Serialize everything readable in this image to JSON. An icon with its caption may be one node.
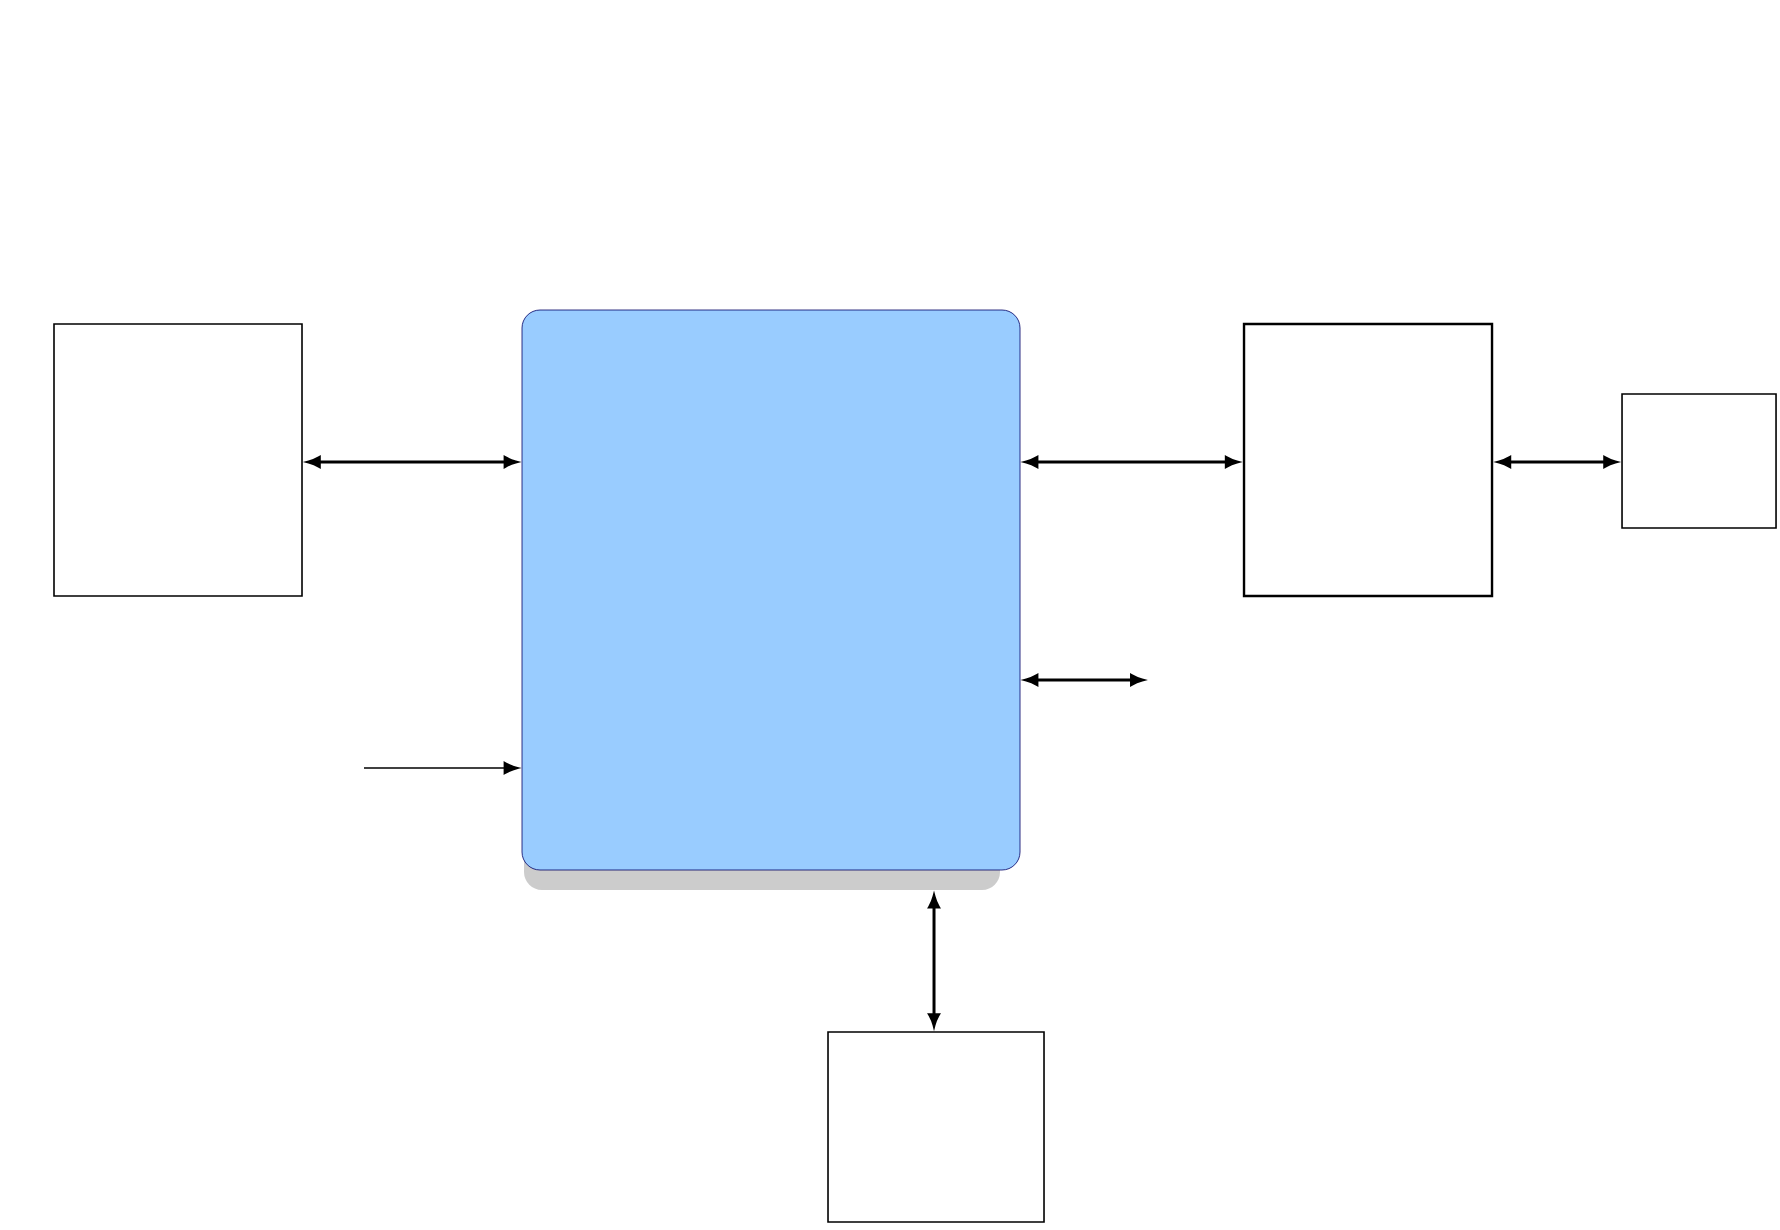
{
  "diagram": {
    "nodes": [
      {
        "text": [],
        "shape": "box"
      },
      {
        "text": [],
        "shape": "box"
      },
      {
        "text": [],
        "shape": "box"
      },
      {
        "text": [],
        "shape": "box"
      },
      {
        "text": [],
        "shape": "box"
      }
    ],
    "edges": [
      {
        "from": 0,
        "to": 1,
        "arrow": "both"
      },
      {
        "from": null,
        "to": 1,
        "arrow": "to"
      },
      {
        "from": 1,
        "to": 2,
        "arrow": "both"
      },
      {
        "from": 2,
        "to": 3,
        "arrow": "both"
      },
      {
        "from": 1,
        "to": null,
        "arrow": "both"
      },
      {
        "from": 4,
        "to": 1,
        "arrow": "both"
      }
    ]
  }
}
